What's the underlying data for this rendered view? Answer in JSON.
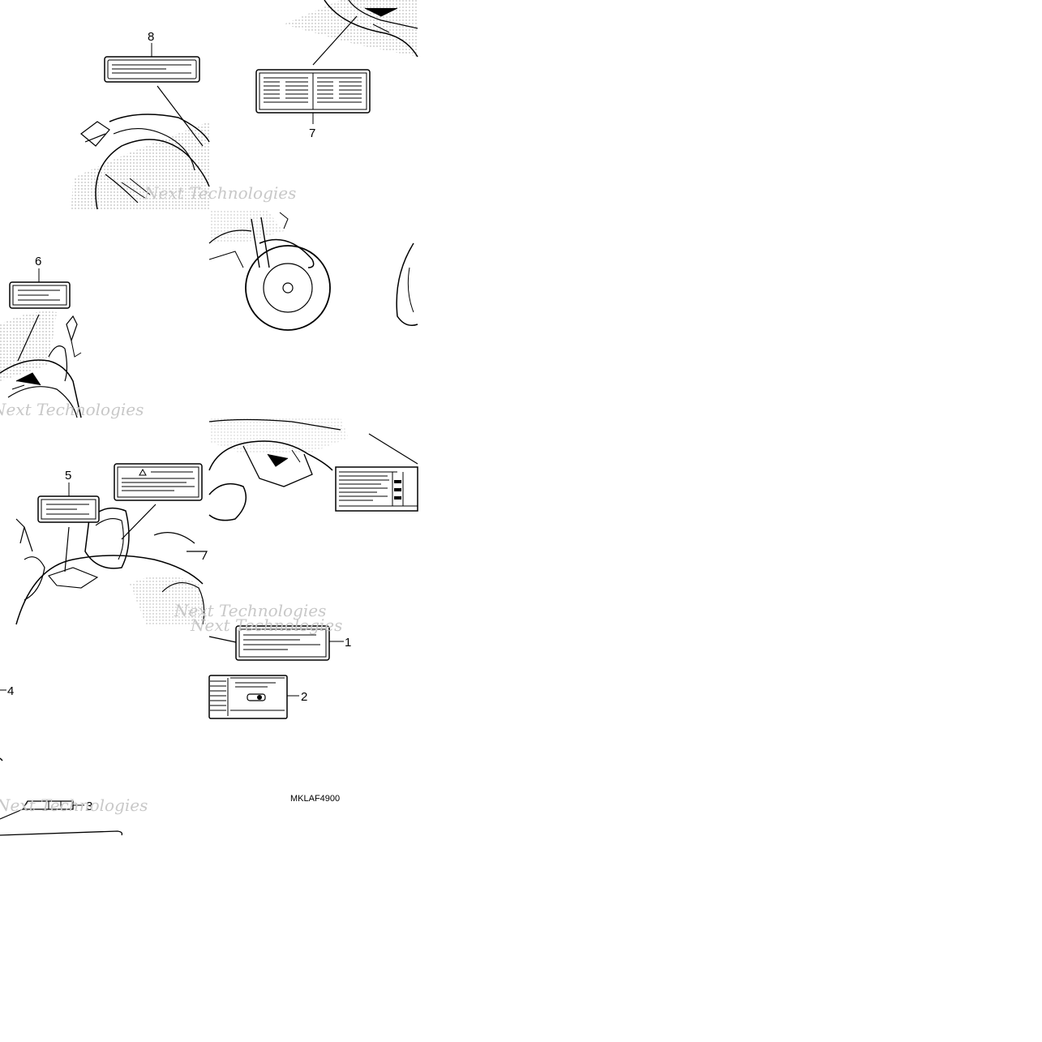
{
  "diagram": {
    "part_code": "MKLAF4900",
    "watermark": "Next Technologies",
    "labels": [
      {
        "id": "1",
        "text": "1"
      },
      {
        "id": "2",
        "text": "2"
      },
      {
        "id": "3",
        "text": "3"
      },
      {
        "id": "4",
        "text": "4"
      },
      {
        "id": "5",
        "text": "5"
      },
      {
        "id": "6",
        "text": "6"
      },
      {
        "id": "7",
        "text": "7"
      },
      {
        "id": "8",
        "text": "8"
      }
    ]
  }
}
